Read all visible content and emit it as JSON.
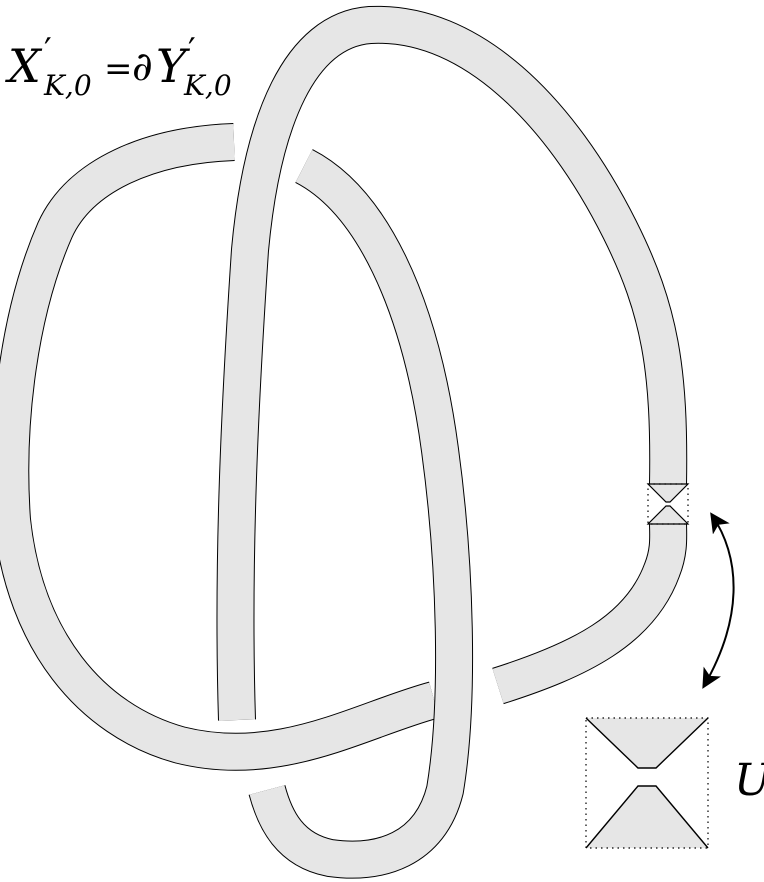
{
  "labels": {
    "eq_lhs_base": "X",
    "eq_lhs_sup": "′",
    "eq_lhs_sub": "K,0",
    "eq_equals": "=",
    "eq_partial": "∂",
    "eq_rhs_base": "Y",
    "eq_rhs_sup": "′",
    "eq_rhs_sub": "K,0",
    "region": "U"
  },
  "colors": {
    "band_fill": "#e6e6e6",
    "stroke": "#000000",
    "background": "#ffffff"
  }
}
